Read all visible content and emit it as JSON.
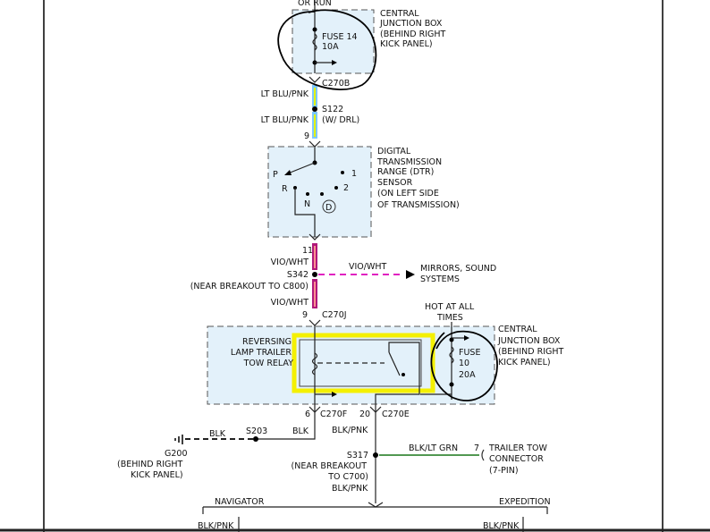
{
  "frame": {
    "top_fragment": "OR RUN"
  },
  "cjb_top": {
    "lines": [
      "CENTRAL",
      "JUNCTION BOX",
      "(BEHIND RIGHT",
      "KICK PANEL)"
    ],
    "fuse_label": "FUSE 14",
    "fuse_rating": "10A",
    "connector": "C270B"
  },
  "wire1": {
    "color_label": "LT BLU/PNK"
  },
  "splice_s122": {
    "name": "S122"
  },
  "wire2": {
    "color_label": "LT BLU/PNK",
    "note": "(W/ DRL)",
    "pin": "9"
  },
  "dtr": {
    "lines": [
      "DIGITAL",
      "TRANSMISSION",
      "RANGE (DTR)",
      "SENSOR",
      "(ON LEFT SIDE",
      "OF TRANSMISSION)"
    ],
    "pos_p": "P",
    "pos_r": "R",
    "pos_n": "N",
    "pos_d": "D",
    "pos_1": "1",
    "pos_2": "2"
  },
  "wire3": {
    "pin": "11",
    "color_label": "VIO/WHT"
  },
  "splice_s342": {
    "name": "S342",
    "note": "(NEAR BREAKOUT TO C800)",
    "branch_color": "VIO/WHT",
    "dest_lines": [
      "MIRRORS, SOUND",
      "SYSTEMS"
    ]
  },
  "wire4": {
    "color_label": "VIO/WHT",
    "pin": "9",
    "connector": "C270J"
  },
  "relay": {
    "lines": [
      "REVERSING",
      "LAMP TRAILER",
      "TOW RELAY"
    ]
  },
  "cjb_bottom": {
    "hot_lines": [
      "HOT AT ALL",
      "TIMES"
    ],
    "lines": [
      "CENTRAL",
      "JUNCTION BOX",
      "(BEHIND RIGHT",
      "KICK PANEL)"
    ],
    "fuse_lines": [
      "FUSE",
      "10",
      "20A"
    ]
  },
  "conn_c270f": {
    "pin": "6",
    "name": "C270F"
  },
  "conn_c270e": {
    "pin": "20",
    "name": "C270E"
  },
  "ground": {
    "name": "G200",
    "note_lines": [
      "(BEHIND RIGHT",
      "KICK PANEL)"
    ],
    "wire_left": "BLK",
    "splice": "S203",
    "wire_right": "BLK"
  },
  "splice_s317": {
    "wire_above": "BLK/PNK",
    "name": "S317",
    "note_lines": [
      "(NEAR BREAKOUT",
      "TO C700)"
    ],
    "wire_below": "BLK/PNK"
  },
  "trailer": {
    "wire_color": "BLK/LT GRN",
    "pin": "7",
    "lines": [
      "TRAILER TOW",
      "CONNECTOR",
      "(7-PIN)"
    ]
  },
  "bottom": {
    "left_title": "NAVIGATOR",
    "right_title": "EXPEDITION",
    "left_wire": "BLK/PNK",
    "right_wire": "BLK/PNK"
  },
  "colors": {
    "lt_blu": "#7ec8ff",
    "pnk_stripe": "#e4f200",
    "vio": "#b0187a",
    "wht_stripe": "#ff9090",
    "vio_branch": "#e020c0",
    "blk_lt_grn": "#3a8a3a",
    "highlight": "#f4f000"
  }
}
